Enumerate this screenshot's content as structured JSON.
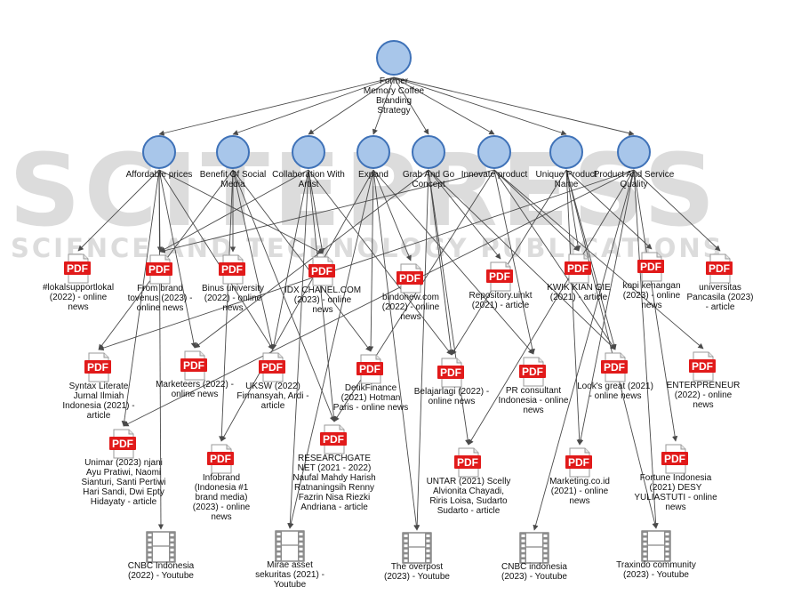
{
  "watermark": {
    "text": "SCITEPRESS",
    "subtitle": "SCIENCE AND TECHNOLOGY PUBLICATIONS"
  },
  "colors": {
    "node_fill": "#a8c6ea",
    "node_stroke": "#3f72b8",
    "pdf_red": "#e11a1a",
    "edge": "#4a4a4a"
  },
  "root": {
    "label": "Former Memory Coffee Branding Strategy"
  },
  "themes": [
    {
      "id": "affordable",
      "label": "Affordable prices"
    },
    {
      "id": "benefit",
      "label": "Benefit Of Social Media"
    },
    {
      "id": "collab",
      "label": "Collaboration With Artist"
    },
    {
      "id": "expand",
      "label": "Expand"
    },
    {
      "id": "grab",
      "label": "Grab And Go Concept"
    },
    {
      "id": "innovate",
      "label": "Innovate product"
    },
    {
      "id": "unique",
      "label": "Unique Product Name"
    },
    {
      "id": "service",
      "label": "Product And Service Quality"
    }
  ],
  "sources": [
    {
      "id": "lokal",
      "type": "pdf",
      "label": "#lokalsupportlokal (2022) - online news"
    },
    {
      "id": "fromBrand",
      "type": "pdf",
      "label": "From brand tovenus (2023) - online news"
    },
    {
      "id": "binus",
      "type": "pdf",
      "label": "Binus university (2022) - online news"
    },
    {
      "id": "idx",
      "type": "pdf",
      "label": "IDX CHANEL.COM (2023) - online news"
    },
    {
      "id": "bindonew",
      "type": "pdf",
      "label": "bindonew.com (2022) - online news"
    },
    {
      "id": "uinkt",
      "type": "pdf",
      "label": "Repository.uinkt (2021) - article"
    },
    {
      "id": "kwik",
      "type": "pdf",
      "label": "KWIK KIAN GIE (2021) - article"
    },
    {
      "id": "kopi",
      "type": "pdf",
      "label": "kopi kenangan (2023) - online news"
    },
    {
      "id": "pancasila",
      "type": "pdf",
      "label": "universitas Pancasila (2023) - article"
    },
    {
      "id": "syntax",
      "type": "pdf",
      "label": "Syntax Literate Jurnal Ilmiah Indonesia (2021) - article"
    },
    {
      "id": "marketeers",
      "type": "pdf",
      "label": "Marketeers (2022) - online news"
    },
    {
      "id": "uksw",
      "type": "pdf",
      "label": "UKSW (2022) Firmansyah, Ardi - article"
    },
    {
      "id": "detik",
      "type": "pdf",
      "label": "DetikFinance (2021) Hotman Paris - online news"
    },
    {
      "id": "belajar",
      "type": "pdf",
      "label": "Belajarlagi (2022) - online news"
    },
    {
      "id": "pr",
      "type": "pdf",
      "label": "PR consultant Indonesia - online news"
    },
    {
      "id": "looks",
      "type": "pdf",
      "label": "Look's great (2021) - online news"
    },
    {
      "id": "entre",
      "type": "pdf",
      "label": "ENTERPRENEUR (2022) - online news"
    },
    {
      "id": "unimar",
      "type": "pdf",
      "label": "Unimar (2023) njani Ayu Pratiwi, Naomi Sianturi, Santi Pertiwi Hari Sandi, Dwi Epty Hidayaty - article"
    },
    {
      "id": "infobrand",
      "type": "pdf",
      "label": "Infobrand (Indonesia #1 brand media) (2023) - online news"
    },
    {
      "id": "researchgate",
      "type": "pdf",
      "label": "RESEARCHGATE NET (2021 - 2022) Naufal Mahdy Harish Ratnaningsih Renny Fazrin Nisa Riezki Andriana - article"
    },
    {
      "id": "untar",
      "type": "pdf",
      "label": "UNTAR (2021) Scelly Alvionita Chayadi, Riris Loisa, Sudarto Sudarto - article"
    },
    {
      "id": "marketingco",
      "type": "pdf",
      "label": "Marketing.co.id (2021) - online news"
    },
    {
      "id": "fortune",
      "type": "pdf",
      "label": "Fortune Indonesia (2021) DESY YULIASTUTI - online news"
    },
    {
      "id": "cnbc1",
      "type": "video",
      "label": "CNBC Indonesia (2022) - Youtube"
    },
    {
      "id": "mirae",
      "type": "video",
      "label": "Mirae asset sekuritas (2021) - Youtube"
    },
    {
      "id": "overpost",
      "type": "video",
      "label": "The overpost (2023) - Youtube"
    },
    {
      "id": "cnbc2",
      "type": "video",
      "label": "CNBC indonesia (2023) - Youtube"
    },
    {
      "id": "traxindo",
      "type": "video",
      "label": "Traxindo community (2023) - Youtube"
    }
  ],
  "pdf_icon_text": "PDF",
  "edges": [
    [
      "root",
      "affordable"
    ],
    [
      "root",
      "benefit"
    ],
    [
      "root",
      "collab"
    ],
    [
      "root",
      "expand"
    ],
    [
      "root",
      "grab"
    ],
    [
      "root",
      "innovate"
    ],
    [
      "root",
      "unique"
    ],
    [
      "root",
      "service"
    ],
    [
      "affordable",
      "lokal"
    ],
    [
      "affordable",
      "fromBrand"
    ],
    [
      "affordable",
      "unimar"
    ],
    [
      "affordable",
      "cnbc1"
    ],
    [
      "affordable",
      "idx"
    ],
    [
      "affordable",
      "uksw"
    ],
    [
      "affordable",
      "marketeers"
    ],
    [
      "benefit",
      "binus"
    ],
    [
      "benefit",
      "detik"
    ],
    [
      "benefit",
      "infobrand"
    ],
    [
      "benefit",
      "researchgate"
    ],
    [
      "benefit",
      "uksw"
    ],
    [
      "benefit",
      "syntax"
    ],
    [
      "collab",
      "idx"
    ],
    [
      "collab",
      "uksw"
    ],
    [
      "collab",
      "researchgate"
    ],
    [
      "collab",
      "mirae"
    ],
    [
      "collab",
      "belajar"
    ],
    [
      "collab",
      "fromBrand"
    ],
    [
      "expand",
      "infobrand"
    ],
    [
      "expand",
      "mirae"
    ],
    [
      "expand",
      "bindonew"
    ],
    [
      "expand",
      "pr"
    ],
    [
      "expand",
      "detik"
    ],
    [
      "expand",
      "overpost"
    ],
    [
      "grab",
      "uinkt"
    ],
    [
      "grab",
      "looks"
    ],
    [
      "grab",
      "overpost"
    ],
    [
      "grab",
      "belajar"
    ],
    [
      "grab",
      "untar"
    ],
    [
      "grab",
      "marketeers"
    ],
    [
      "innovate",
      "kwik"
    ],
    [
      "innovate",
      "pr"
    ],
    [
      "innovate",
      "entre"
    ],
    [
      "innovate",
      "fromBrand"
    ],
    [
      "innovate",
      "researchgate"
    ],
    [
      "innovate",
      "looks"
    ],
    [
      "unique",
      "kopi"
    ],
    [
      "unique",
      "looks"
    ],
    [
      "unique",
      "traxindo"
    ],
    [
      "unique",
      "kwik"
    ],
    [
      "unique",
      "belajar"
    ],
    [
      "unique",
      "marketingco"
    ],
    [
      "service",
      "pancasila"
    ],
    [
      "service",
      "fortune"
    ],
    [
      "service",
      "traxindo"
    ],
    [
      "service",
      "cnbc2"
    ],
    [
      "service",
      "marketingco"
    ],
    [
      "service",
      "untar"
    ],
    [
      "service",
      "syntax"
    ],
    [
      "service",
      "unimar"
    ]
  ]
}
